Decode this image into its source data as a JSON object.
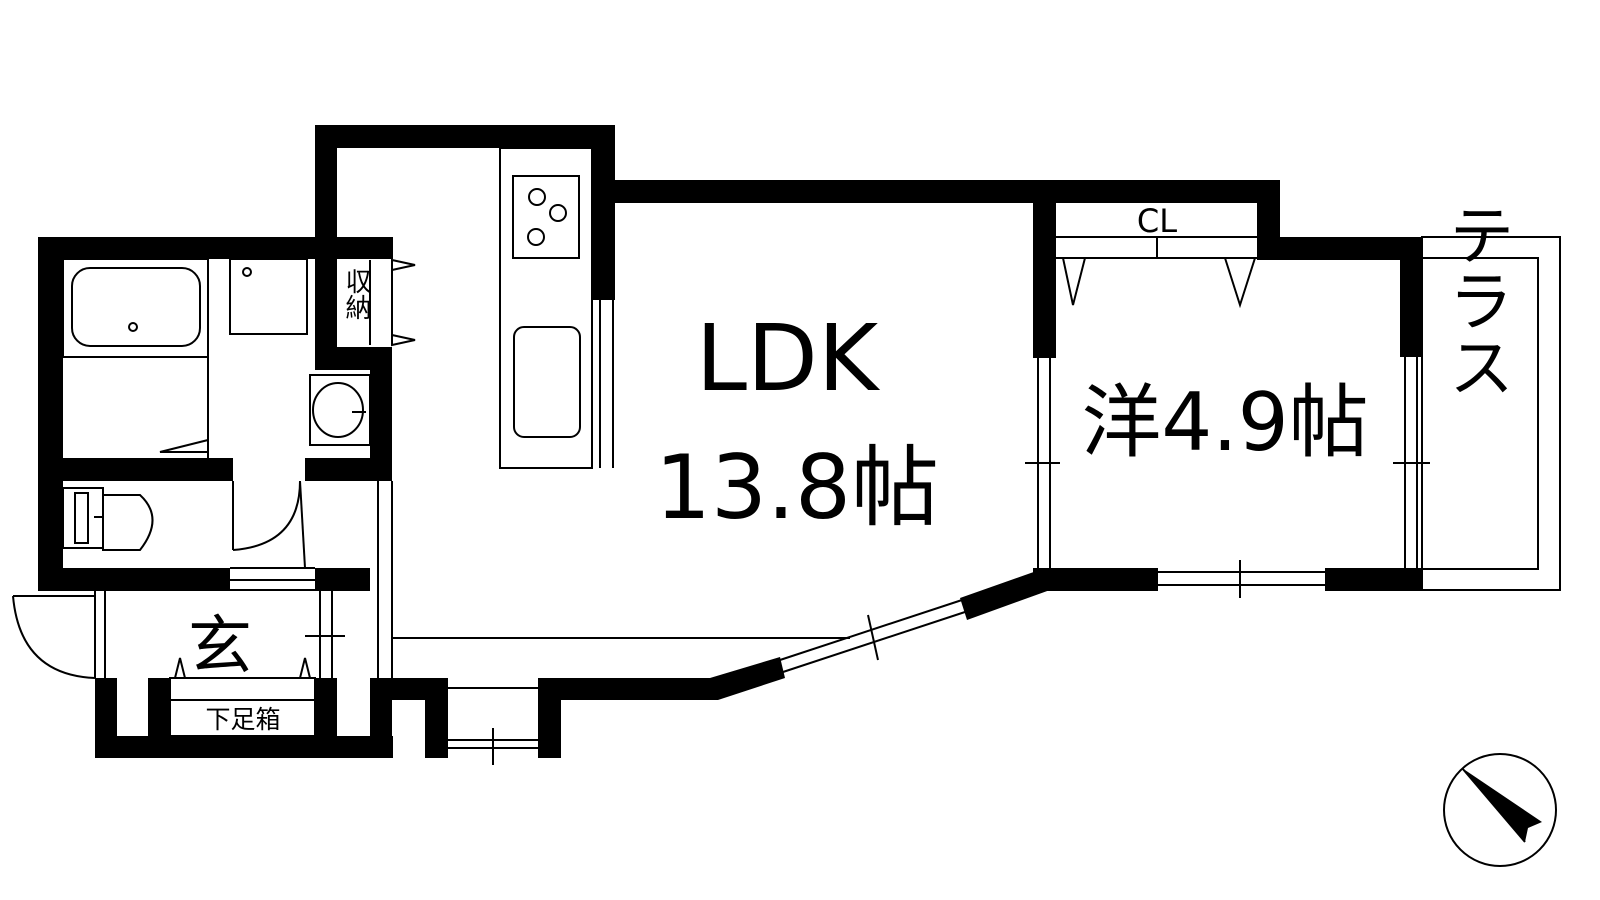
{
  "rooms": {
    "ldk_name": "LDK",
    "ldk_size": "13.8帖",
    "western_room": "洋4.9帖",
    "terrace": "テラス",
    "closet": "CL",
    "storage": "収納",
    "entrance": "玄",
    "shoe_box": "下足箱"
  },
  "compass": {
    "direction": "south-east"
  }
}
